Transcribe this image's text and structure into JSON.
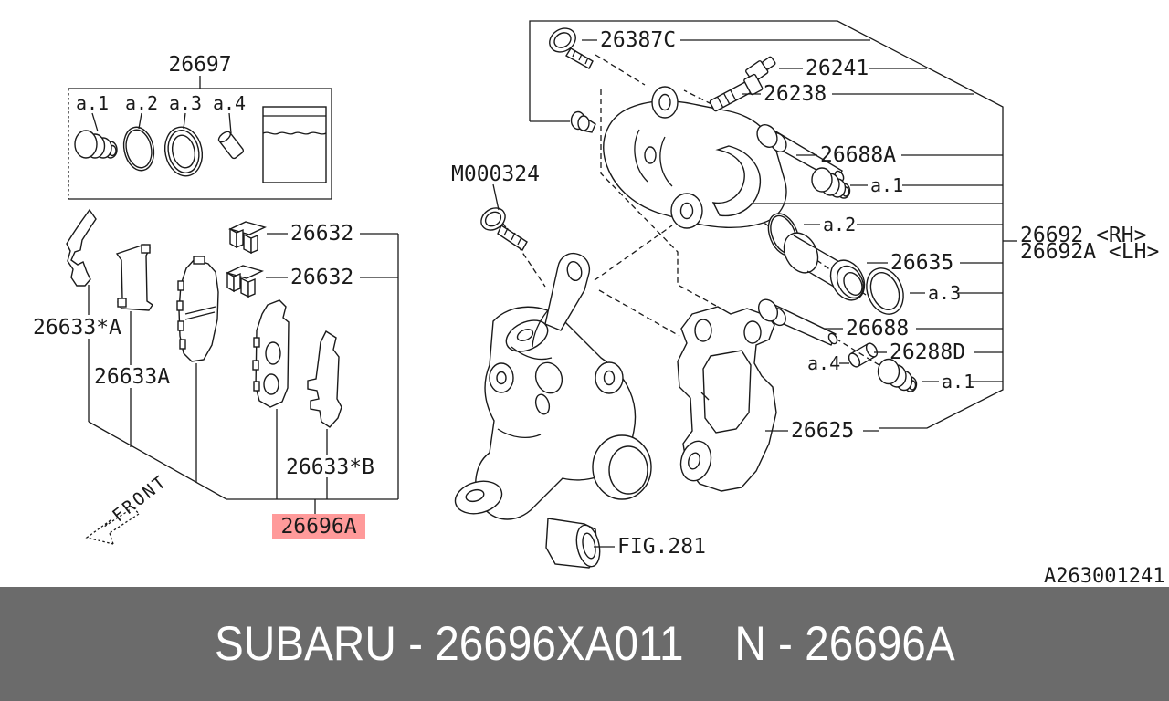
{
  "diagram": {
    "background": "#ffffff",
    "line_color": "#1a1a1a",
    "kit": {
      "label": "26697",
      "item1": "a.1",
      "item2": "a.2",
      "item3": "a.3",
      "item4": "a.4"
    },
    "pads": {
      "shim_outer": "26633*A",
      "shim_set": "26633A",
      "clip_upper": "26632",
      "clip_lower": "26632",
      "shim_inner": "26633*B",
      "pad_kit": "26696A"
    },
    "front_marker": "FRONT",
    "knuckle": {
      "bolt": "M000324",
      "figure_ref": "FIG.281"
    },
    "caliper": {
      "bolt": "26387C",
      "bleeder": "26241",
      "guide_bolt": "26238",
      "pin_upper": "26688A",
      "boot_upper": "a.1",
      "seal": "a.2",
      "piston": "26635",
      "dust_seal": "a.3",
      "pin_lower": "26688",
      "sleeve": "26288D",
      "sleeve_mark": "a.4",
      "boot_lower": "a.1",
      "body_rh": "26692 <RH>",
      "body_lh": "26692A <LH>",
      "support": "26625"
    },
    "drawing_number": "A263001241",
    "highlight": {
      "bg": "#ff9a9a",
      "text_color": "#cf3a3a"
    }
  },
  "banner": {
    "bg": "#6b6b6b",
    "text_color": "#ffffff",
    "brand_part": "SUBARU - 26696XA011",
    "catalog_number": "N - 26696A"
  }
}
